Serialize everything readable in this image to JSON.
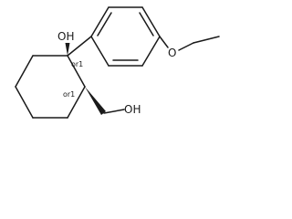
{
  "molecule": {
    "atom_labels": {
      "hydroxyl_top": "OH",
      "hydroxyl_side": "OH",
      "methoxy_oxygen": "O"
    },
    "stereo_labels": {
      "c1": "or1",
      "c2": "or1"
    },
    "colors": {
      "bond": "#1a1a1a",
      "background": "#ffffff"
    }
  }
}
